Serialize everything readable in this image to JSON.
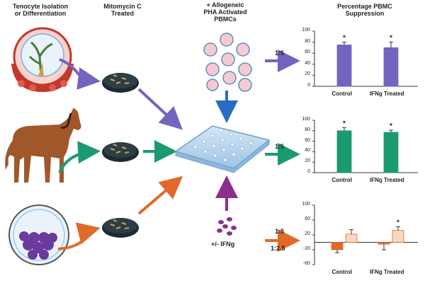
{
  "headers": {
    "col1": "Tenocyte Isolation\nor Differentiation",
    "col2": "Mitomycin C\nTreated",
    "col3": "+ Allogeneic\nPHA Activated\nPBMCs",
    "col4": "Percentage PBMC\nSuppression"
  },
  "ratios": {
    "r1": "1:5",
    "r2": "1:5",
    "r3a": "1:5",
    "r3b": "1:2.5"
  },
  "ifn_label": "+/- IFNg",
  "colors": {
    "purple": "#7563c0",
    "green": "#1a9a70",
    "orange": "#e06a2b",
    "blue": "#2a6bc4",
    "violet": "#8b2f8e",
    "pale_orange": "#f5d8bd"
  },
  "chart_data": [
    {
      "type": "bar",
      "categories": [
        "Control",
        "IFNg Treated"
      ],
      "series": [
        {
          "values": [
            75,
            70
          ]
        }
      ],
      "errors": [
        5,
        10
      ],
      "significance": [
        "*",
        "*"
      ],
      "ylim": [
        0,
        100
      ],
      "yticks": [
        0,
        20,
        40,
        60,
        80,
        100
      ]
    },
    {
      "type": "bar",
      "categories": [
        "Control",
        "IFNg Treated"
      ],
      "series": [
        {
          "values": [
            80,
            77
          ]
        }
      ],
      "errors": [
        6,
        4
      ],
      "significance": [
        "*",
        "*"
      ],
      "ylim": [
        0,
        100
      ],
      "yticks": [
        0,
        20,
        40,
        60,
        80,
        100
      ]
    },
    {
      "type": "bar",
      "categories": [
        "Control",
        "IFNg Treated"
      ],
      "series": [
        {
          "values": [
            -20,
            -5
          ]
        },
        {
          "values": [
            22,
            32
          ]
        }
      ],
      "errors": [
        [
          8,
          12
        ],
        [
          15,
          10
        ]
      ],
      "significance": [
        "",
        "*"
      ],
      "ylim": [
        -60,
        100
      ],
      "yticks": [
        100,
        60,
        20,
        -20,
        -60
      ]
    }
  ]
}
